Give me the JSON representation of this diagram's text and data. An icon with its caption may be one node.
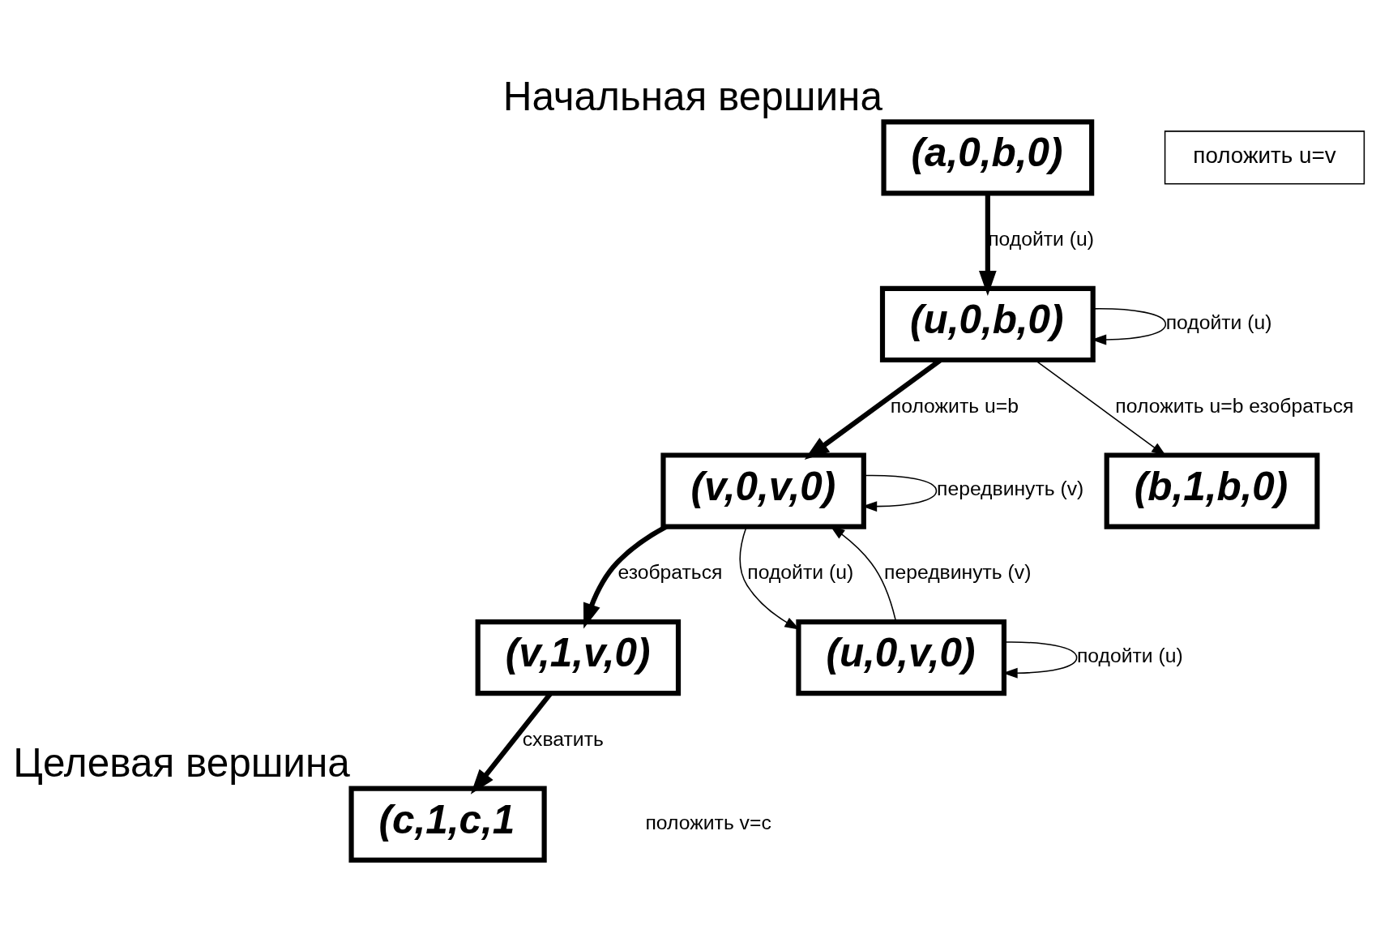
{
  "diagram": {
    "nodes": [
      {
        "text": [
          "(a,0,b,0)"
        ],
        "beside": [
          "Начальная вершина"
        ]
      },
      {
        "text": [
          "(u,0,b,0)"
        ]
      },
      {
        "text": [
          "(v,0,v,0)"
        ]
      },
      {
        "text": [
          "(b,1,b,0)"
        ]
      },
      {
        "text": [
          "(v,1,v,0)"
        ]
      },
      {
        "text": [
          "(u,0,v,0)"
        ]
      },
      {
        "text": [
          "(c,1,c,1"
        ],
        "beside": [
          "Целевая вершина"
        ]
      },
      {
        "text": [
          "положить u=v"
        ]
      }
    ],
    "edges": [
      {
        "from": 0,
        "to": 1,
        "arrow": "to",
        "label": "подойти (u)",
        "style": "thick"
      },
      {
        "from": 1,
        "to": 1,
        "arrow": "to",
        "label": "подойти (u)"
      },
      {
        "from": 1,
        "to": 2,
        "arrow": "to",
        "label": "положить u=b",
        "style": "thick"
      },
      {
        "from": 1,
        "to": 3,
        "arrow": "to",
        "label": "положить u=b езобраться"
      },
      {
        "from": 2,
        "to": 2,
        "arrow": "to",
        "label": "передвинуть (v)"
      },
      {
        "from": 5,
        "to": 2,
        "arrow": "to",
        "label": "передвинуть (v)"
      },
      {
        "from": 2,
        "to": 4,
        "arrow": "to",
        "label": "езобраться",
        "style": "thick"
      },
      {
        "from": 2,
        "to": 5,
        "arrow": "to",
        "label": "подойти (u)"
      },
      {
        "from": 5,
        "to": 5,
        "arrow": "to",
        "label": "подойти (u)"
      },
      {
        "from": 4,
        "to": 6,
        "arrow": "to",
        "label": "схватить",
        "style": "thick"
      }
    ],
    "labels": [
      "положить v=c"
    ]
  }
}
